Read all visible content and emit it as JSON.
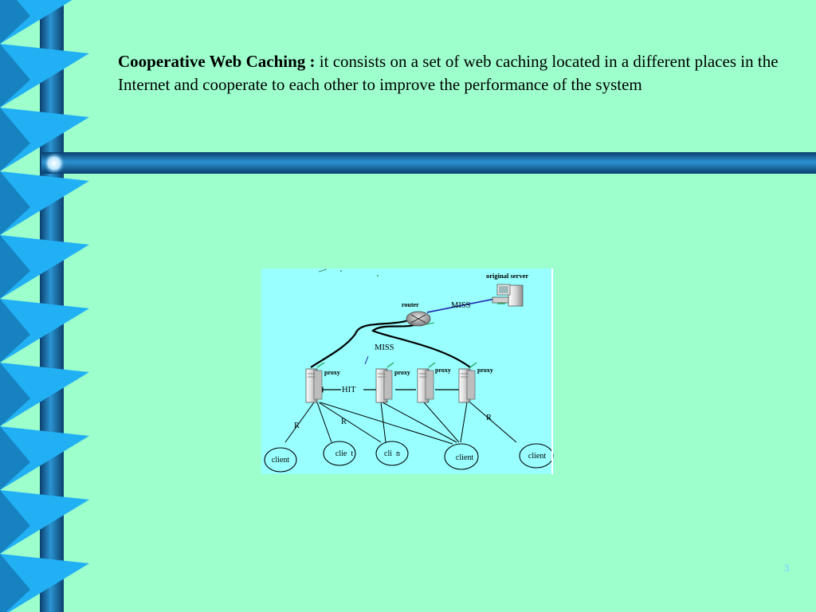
{
  "slide": {
    "heading": "Cooperative  Web Caching :",
    "body": "it consists on a set of web caching located in a different places in the Internet and cooperate to each other to improve the performance of the system",
    "number": "3"
  },
  "diagram": {
    "original_server_label": "original server",
    "router_label": "router",
    "miss_upper_label": "MISS",
    "miss_lower_label": "MISS",
    "hit_label": "HIT",
    "proxy_labels": [
      "proxy",
      "proxy",
      "proxy",
      "proxy"
    ],
    "r_labels": [
      "R",
      "R",
      "R"
    ],
    "client_labels": [
      "client",
      "clie  t",
      "cli  n",
      "client",
      "client"
    ]
  },
  "colors": {
    "background": "#9cffcc",
    "figure_background": "#99ffff",
    "bar_dark": "#0b3f6f",
    "bar_light": "#1fa3e0",
    "triangle": "#22b0f5"
  }
}
